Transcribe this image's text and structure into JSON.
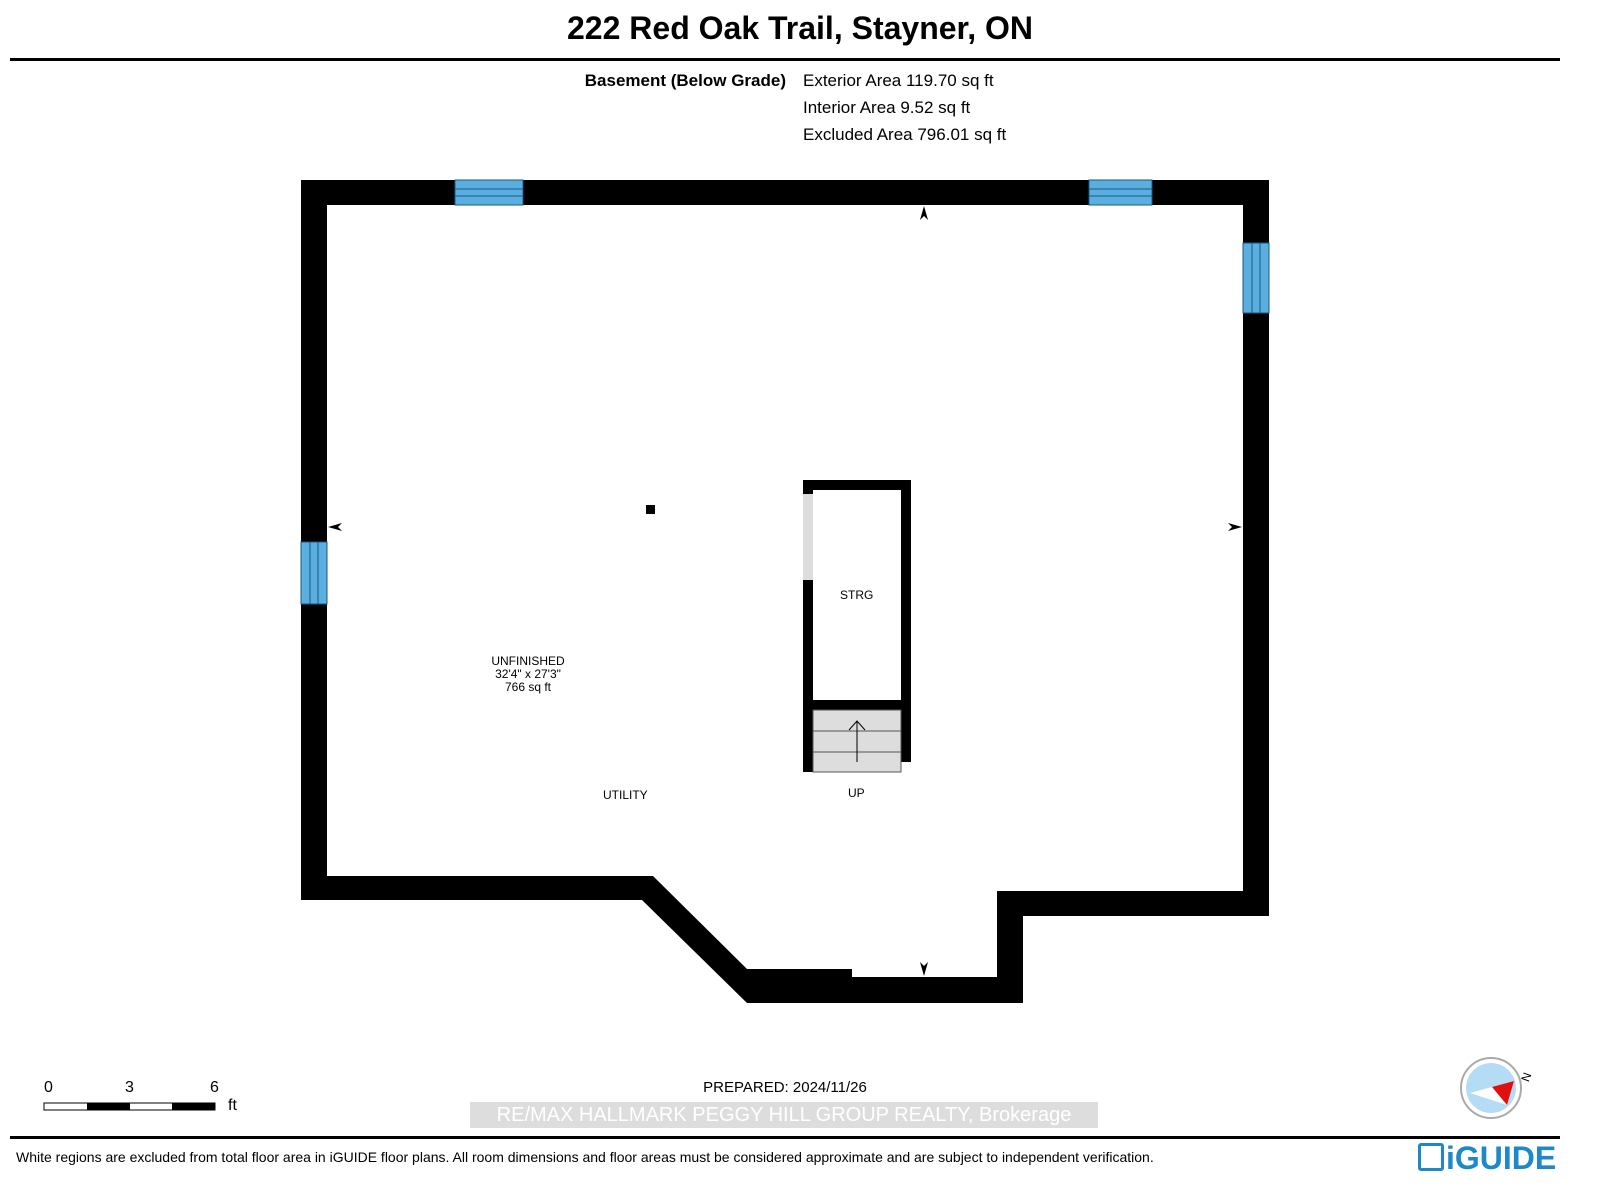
{
  "title": "222 Red Oak Trail, Stayner, ON",
  "floor": {
    "label": "Basement (Below Grade)",
    "exterior": "Exterior Area 119.70 sq ft",
    "interior": "Interior Area 9.52 sq ft",
    "excluded": "Excluded Area 796.01 sq ft"
  },
  "rooms": {
    "main_name": "UNFINISHED",
    "main_dims": "32'4\" x 27'3\"",
    "main_area": "766 sq ft",
    "utility": "UTILITY",
    "storage": "STRG",
    "stairs": "UP"
  },
  "scale": {
    "t0": "0",
    "t3": "3",
    "t6": "6",
    "unit": "ft"
  },
  "compass": {
    "label": "N"
  },
  "prepared": "PREPARED: 2024/11/26",
  "watermark": "RE/MAX HALLMARK PEGGY HILL GROUP REALTY, Brokerage",
  "disclaimer": "White regions are excluded from total floor area in iGUIDE floor plans. All room dimensions and floor areas must be considered approximate and are subject to independent verification.",
  "logo": "iGUIDE",
  "colors": {
    "window": "#5aafe0",
    "wall": "#000000",
    "stairs": "#dddddd",
    "logo": "#1e88c8"
  }
}
